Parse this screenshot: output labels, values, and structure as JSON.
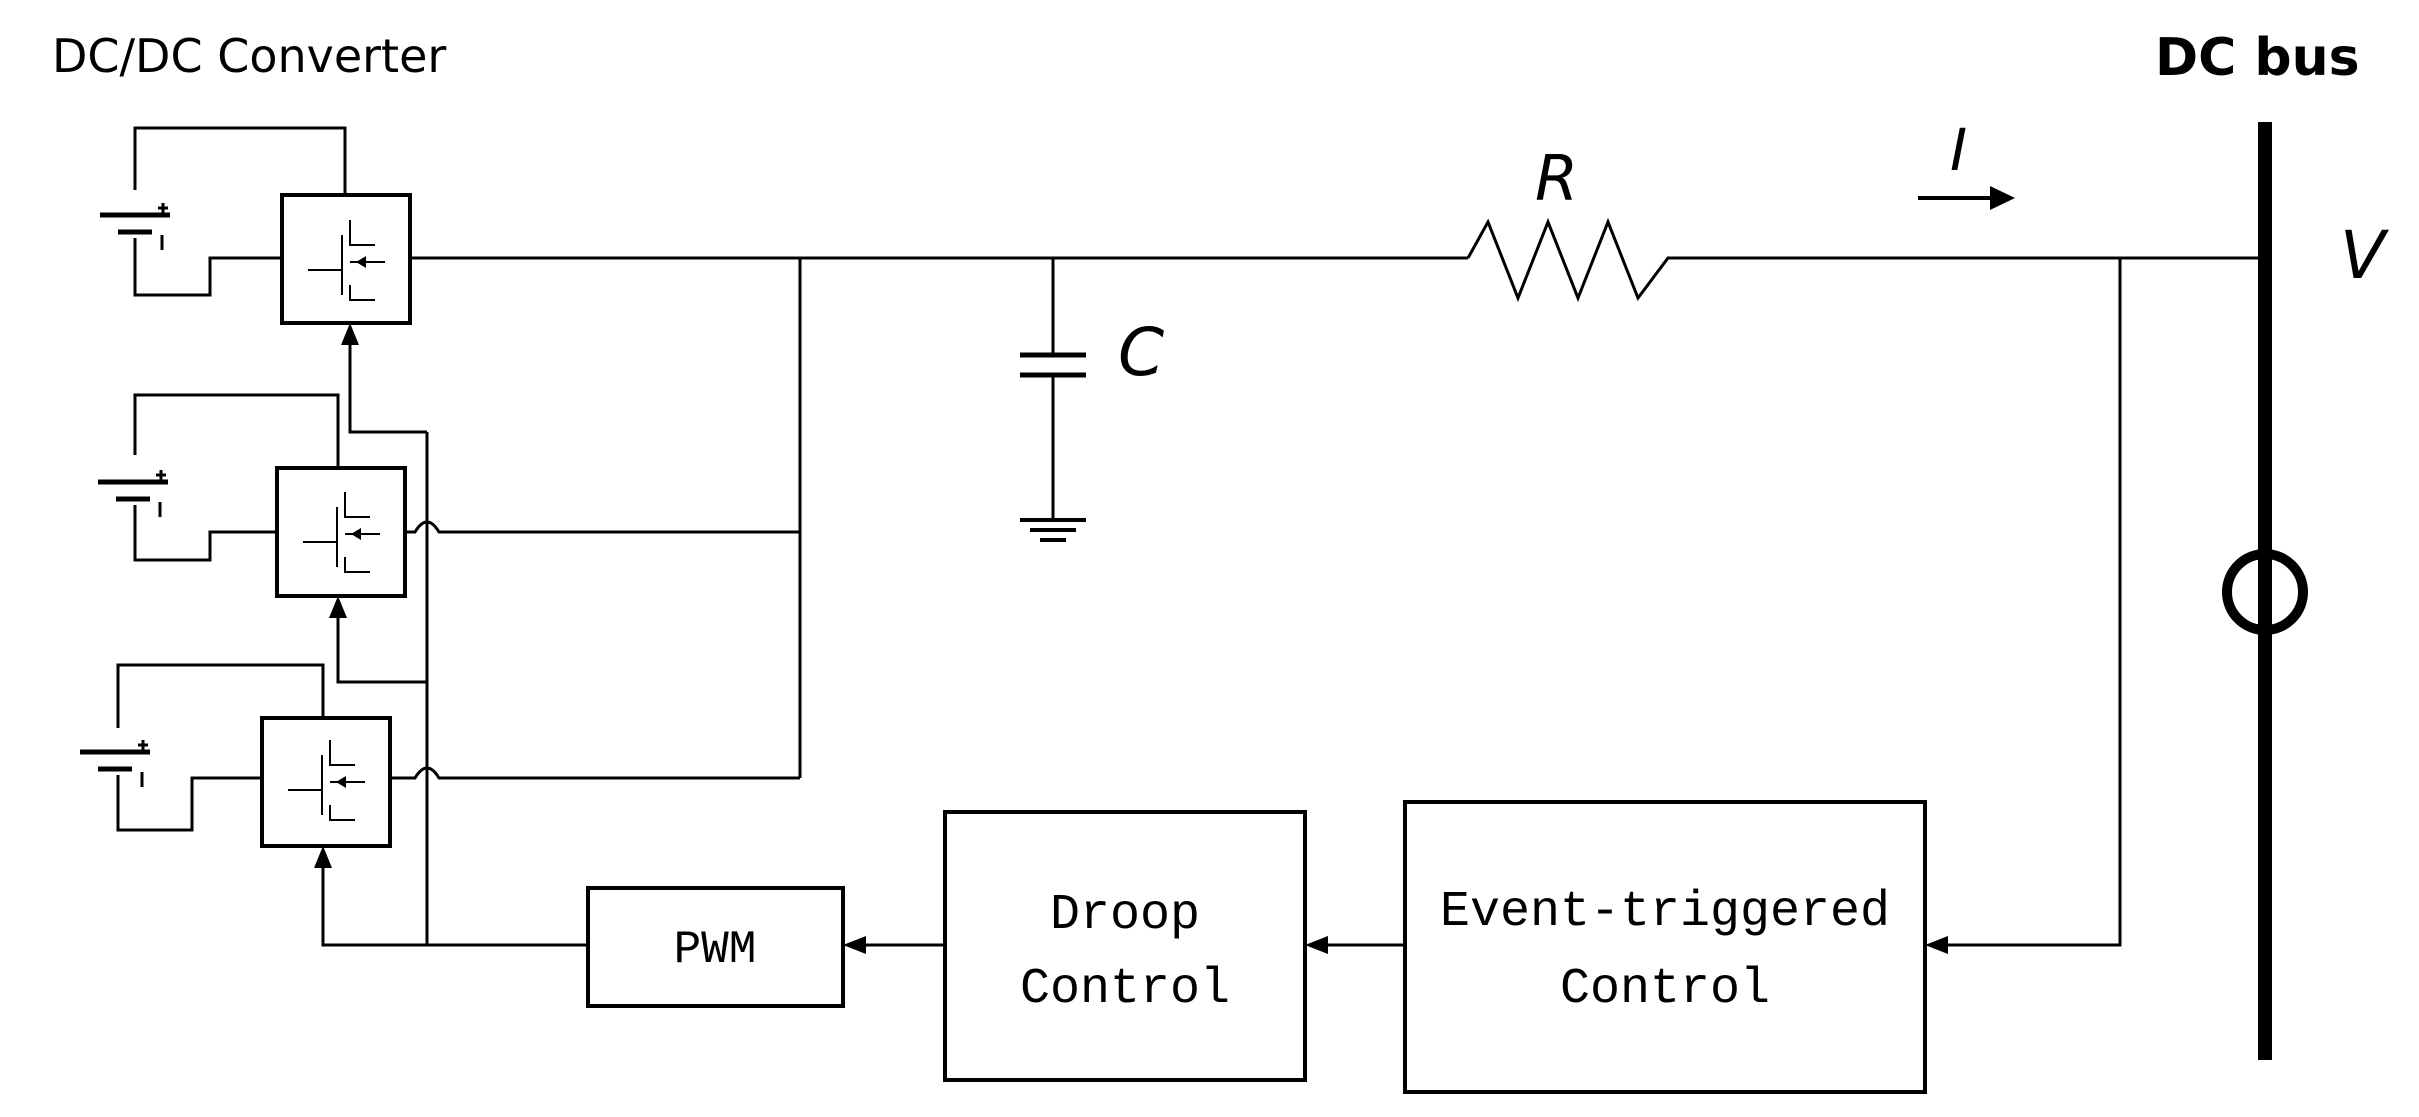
{
  "labels": {
    "title": "DC/DC Converter",
    "bus": "DC bus",
    "resistor": "R",
    "current": "I",
    "voltage": "V",
    "capacitor": "C"
  },
  "blocks": {
    "pwm": "PWM",
    "droop_line1": "Droop",
    "droop_line2": "Control",
    "event_line1": "Event-triggered",
    "event_line2": "Control"
  },
  "icons": [
    "battery-icon",
    "mosfet-switch-icon",
    "resistor-icon",
    "capacitor-icon",
    "ground-icon",
    "current-source-icon",
    "arrow-icon"
  ]
}
